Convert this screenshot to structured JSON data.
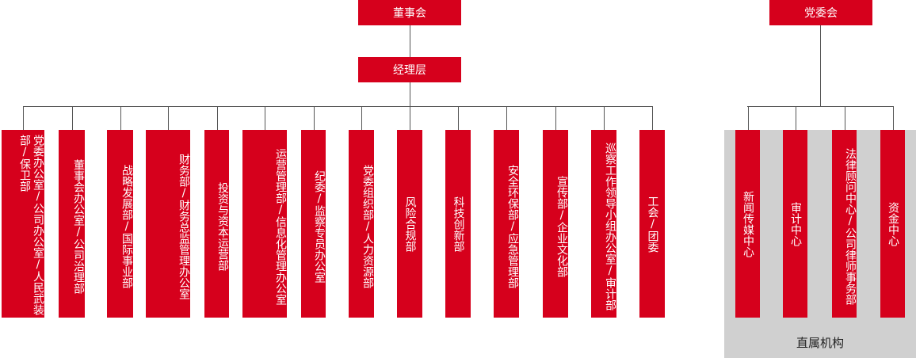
{
  "top_nodes": {
    "board": "董事会",
    "party_committee": "党委会",
    "management": "经理层"
  },
  "departments": [
    "党委办公室/公司办公室/人民武装部/保卫部",
    "董事会办公室/公司治理部",
    "战略发展部/国际事业部",
    "财务部/财务总监管理办公室",
    "投资与资本运营部",
    "运营管理部/信息化管理办公室",
    "纪委/监察专员办公室",
    "党委组织部/人力资源部",
    "风险合规部",
    "科技创新部",
    "安全环保部/应急管理部",
    "宣传部/企业文化部",
    "巡察工作领导小组办公室/审计部",
    "工会/团委"
  ],
  "direct_units": {
    "label": "直属机构",
    "items": [
      "新闻传媒中心",
      "审计中心",
      "法律顾问中心/公司律师事务部",
      "资金中心"
    ]
  },
  "colors": {
    "accent": "#d6001c",
    "panel": "#d0d0d0",
    "connector": "#555555"
  }
}
